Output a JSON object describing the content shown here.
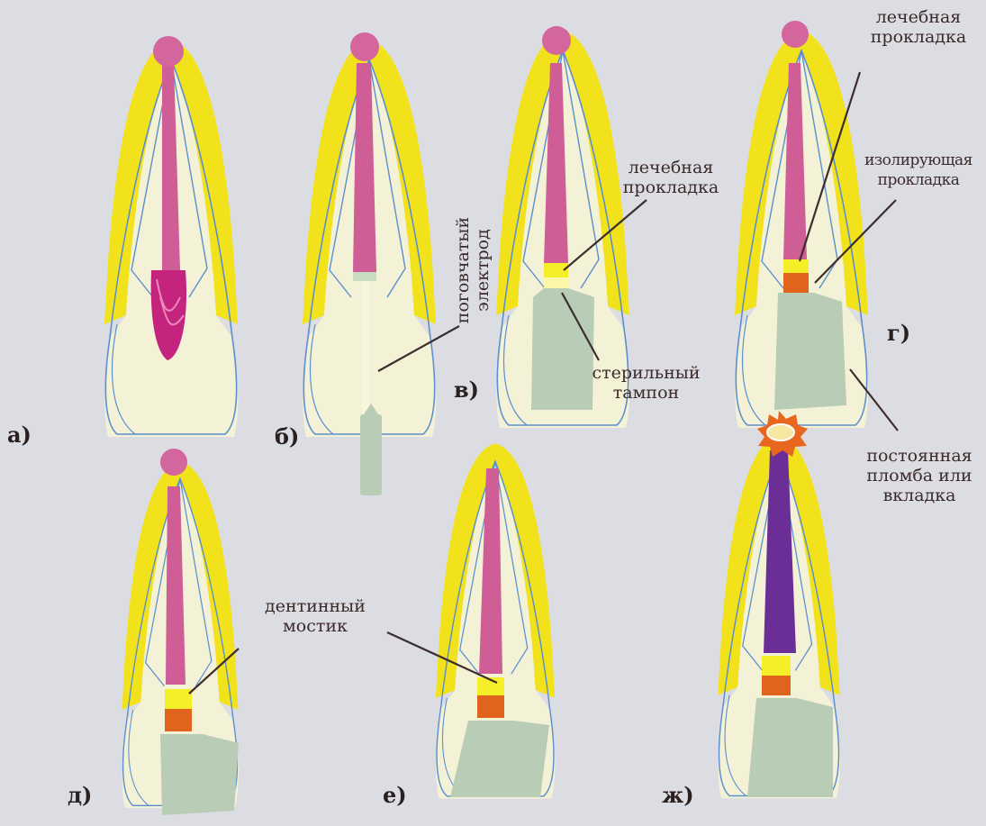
{
  "panel_letters": [
    "а)",
    "б)",
    "в)",
    "г)",
    "д)",
    "е)",
    "ж)"
  ],
  "labels": {
    "electrode": [
      "поговчатый",
      "электрод"
    ],
    "healing_liner_v": [
      "лечебная",
      "прокладка"
    ],
    "sterile_swab": [
      "стерильный",
      "тампон"
    ],
    "healing_liner_g": [
      "лечебная",
      "прокладка"
    ],
    "insulating_liner": [
      "изолирующая",
      "прокладка"
    ],
    "permanent_filling": [
      "постоянная",
      "пломба или",
      "вкладка"
    ],
    "dentin_bridge": [
      "дентинный",
      "мостик"
    ]
  },
  "colors": {
    "background": "#dcdde3",
    "enamel_yellow": "#f2e21c",
    "dentin_cream": "#f4f2d6",
    "pulp_pink": "#cf5e97",
    "pulp_head": "#d4669e",
    "inflamed_pulp": "#c4237e",
    "outline_blue": "#5b8fcf",
    "filling_green": "#b9ccb5",
    "liner_yellow": "#f5ef2a",
    "liner_orange": "#e0641c",
    "pulp_purple": "#6b2d96",
    "star_orange": "#e8661e",
    "leader_line": "#3d2d2d"
  }
}
